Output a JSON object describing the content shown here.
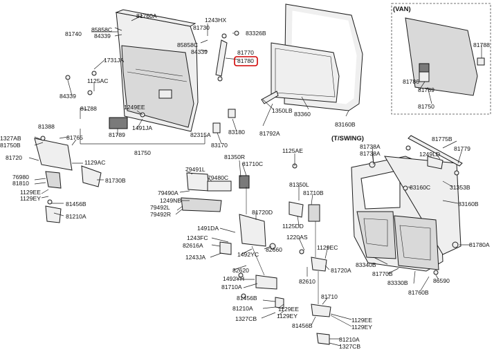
{
  "section_labels": {
    "van": "(VAN)",
    "swing": "(T/SWING)"
  },
  "highlight_color": "#d00000",
  "part_labels": [
    "81760A",
    "81740",
    "85858C",
    "84339",
    "1243HX",
    "81730",
    "83326B",
    "85858C",
    "84339",
    "81770",
    "81780",
    "1731JA",
    "1125AC",
    "84339",
    "81788",
    "1249EE",
    "1491JA",
    "81789",
    "82315A",
    "83170",
    "83180",
    "1350LB",
    "83360",
    "81792A",
    "83160B",
    "81750",
    "81788",
    "81786",
    "81789",
    "81750",
    "81388",
    "1327AB",
    "81750B",
    "81765",
    "81720",
    "1129AC",
    "76980",
    "81810",
    "81730B",
    "1129EE",
    "1129EY",
    "81456B",
    "81210A",
    "79491L",
    "79490A",
    "79480C",
    "1249NB",
    "79492L",
    "79492R",
    "81350R",
    "81710C",
    "81720D",
    "1491DA",
    "1243FC",
    "82616A",
    "1243JA",
    "1492YC",
    "82660",
    "82620",
    "1492YH",
    "81710A",
    "81456B",
    "81210A",
    "1129EE",
    "1327CB",
    "1129EY",
    "1125AE",
    "81350L",
    "81710B",
    "1125DD",
    "1220AS",
    "1129EC",
    "81720A",
    "82610",
    "81710",
    "1129EE",
    "1129EY",
    "81456B",
    "81210A",
    "1327CB",
    "81738A",
    "81738A",
    "81775B",
    "81779",
    "1249LD",
    "83160C",
    "31353B",
    "83160B",
    "81780A",
    "83340B",
    "81770B",
    "83330B",
    "86590",
    "81760B"
  ]
}
